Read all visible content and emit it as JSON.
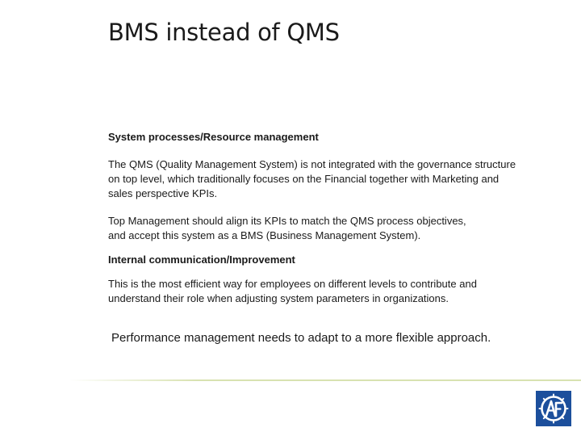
{
  "slide": {
    "title": "BMS instead of QMS",
    "colors": {
      "title": "#1a1a1a",
      "text": "#1a1a1a",
      "divider": "#d8e2b0",
      "logo_background": "#1c4f9c",
      "logo_mark": "#ffffff"
    }
  },
  "body": {
    "heading_1": "System processes/Resource management",
    "paragraph_1_lines": [
      "The QMS (Quality Management System) is not integrated with the governance structure",
      "on top level, which traditionally focuses on the Financial together with Marketing and",
      "sales perspective KPIs."
    ],
    "paragraph_2_lines": [
      "Top Management should align its KPIs to match the QMS process objectives,",
      "and accept this system as a BMS (Business Management System)."
    ],
    "heading_2": "Internal communication/Improvement",
    "paragraph_3_lines": [
      "This is the most efficient way for employees on different levels to contribute and",
      "understand their role when adjusting system parameters in organizations."
    ],
    "highlight": "Performance management needs to adapt to a more flexible approach."
  },
  "logo": {
    "icon": "af-logo-icon"
  }
}
